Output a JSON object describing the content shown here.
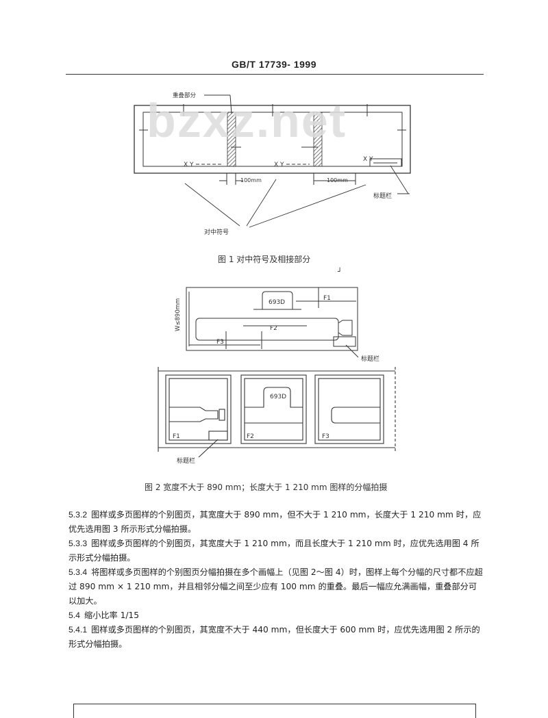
{
  "header": {
    "title": "GB/T 17739- 1999"
  },
  "watermark": "bzxz.net",
  "figure1": {
    "label_overlap": "重叠部分",
    "label_xy": "X Y",
    "label_dim1": "100mm",
    "label_dim2": "100mm",
    "label_titleblock": "标题栏",
    "label_marks": "对中符号",
    "caption": "图 1   对中符号及相接部分"
  },
  "figure2": {
    "label_width": "W≤890mm",
    "label_part": "693D",
    "label_part_bottom": "693D",
    "label_f1": "F1",
    "label_f2": "F2",
    "label_f3": "F3",
    "label_titleblock_top": "标题栏",
    "label_titleblock_bottom": "标题栏",
    "caption": "图 2   宽度不大于 890 mm；长度大于 1 210 mm 图样的分幅拍摄"
  },
  "paragraphs": [
    {
      "num": "5.3.2",
      "text": "图样或多页图样的个别图页，其宽度大于 890 mm，但不大于 1 210 mm，长度大于 1 210 mm 时，应优先选用图 3 所示形式分幅拍摄。"
    },
    {
      "num": "5.3.3",
      "text": "图样或多页图样的个别图页，其宽度大于 1 210 mm，而且长度大于 1 210 mm 时，应优先选用图 4 所示形式分幅拍摄。"
    },
    {
      "num": "5.3.4",
      "text": "将图样或多页图样的个别图页分幅拍摄在多个画幅上（见图 2～图 4）时，图样上每个分幅的尺寸都不应超过 890 mm × 1 210 mm，并且相邻分幅之间至少应有 100 mm 的重叠。最后一幅应允满画幅，重叠部分可以加大。"
    },
    {
      "num": "5.4",
      "text": "缩小比率 1/15"
    },
    {
      "num": "5.4.1",
      "text": "图样或多页图样的个别图页，其宽度不大于 440 mm，但长度大于 600 mm 时，应优先选用图 2 所示的形式分幅拍摄。"
    }
  ]
}
